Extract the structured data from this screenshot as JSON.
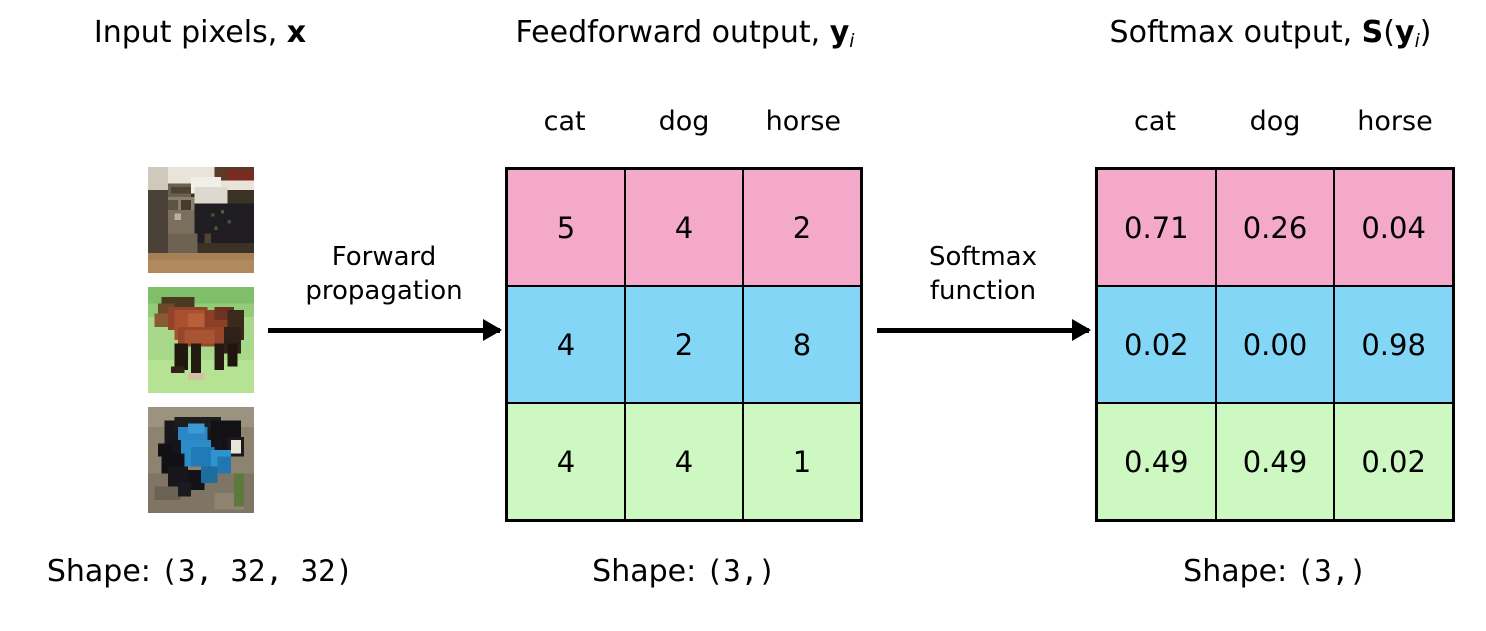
{
  "headers": {
    "input": {
      "text": "Input pixels, ",
      "symbol": "x"
    },
    "feedforward": {
      "text": "Feedforward output, ",
      "symbol": "y",
      "subscript": "i"
    },
    "softmax": {
      "text": "Softmax output, ",
      "symbol_s": "S",
      "open": "(",
      "symbol_y": "y",
      "subscript": "i",
      "close": ")"
    }
  },
  "inputs": {
    "images": [
      {
        "name": "cat-thumbnail",
        "alt": "cat"
      },
      {
        "name": "horse-thumbnail",
        "alt": "horse"
      },
      {
        "name": "dog-thumbnail",
        "alt": "dog"
      }
    ]
  },
  "arrows": {
    "forward": {
      "line1": "Forward",
      "line2": "propagation"
    },
    "softmax": {
      "line1": "Softmax",
      "line2": "function"
    }
  },
  "tables": {
    "feedforward": {
      "columns": [
        "cat",
        "dog",
        "horse"
      ],
      "rows": [
        {
          "color": "pink",
          "values": [
            "5",
            "4",
            "2"
          ]
        },
        {
          "color": "blue",
          "values": [
            "4",
            "2",
            "8"
          ]
        },
        {
          "color": "green",
          "values": [
            "4",
            "4",
            "1"
          ]
        }
      ]
    },
    "softmax": {
      "columns": [
        "cat",
        "dog",
        "horse"
      ],
      "rows": [
        {
          "color": "pink",
          "values": [
            "0.71",
            "0.26",
            "0.04"
          ]
        },
        {
          "color": "blue",
          "values": [
            "0.02",
            "0.00",
            "0.98"
          ]
        },
        {
          "color": "green",
          "values": [
            "0.49",
            "0.49",
            "0.02"
          ]
        }
      ]
    }
  },
  "captions": {
    "input": {
      "label": "Shape: ",
      "value": "(3, 32, 32)"
    },
    "feedforward": {
      "label": "Shape: ",
      "value": "(3,)"
    },
    "softmax": {
      "label": "Shape: ",
      "value": "(3,)"
    }
  },
  "colors": {
    "row_pink": "#f4a9ca",
    "row_blue": "#84d6f7",
    "row_green": "#cdf8c2",
    "border": "#000000",
    "background": "#ffffff"
  }
}
